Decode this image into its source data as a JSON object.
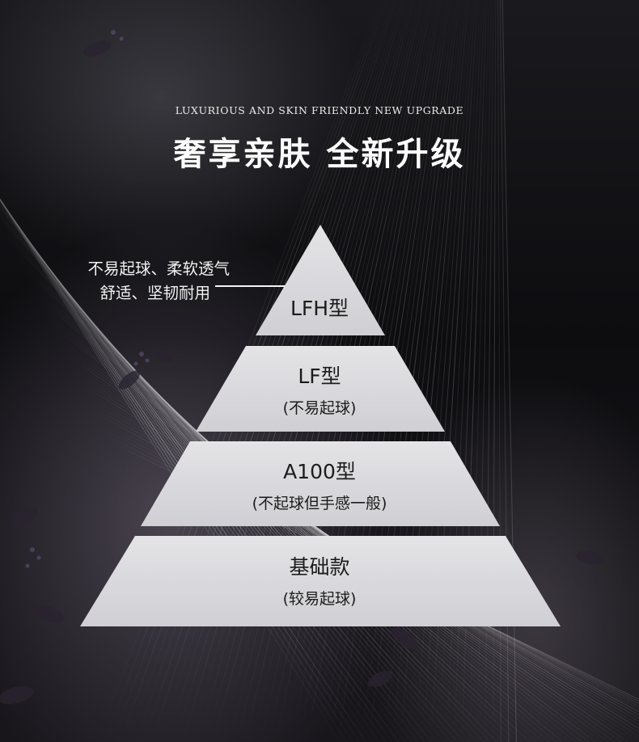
{
  "header": {
    "subtitle_en": "LUXURIOUS AND SKIN FRIENDLY NEW UPGRADE",
    "title_cn": "奢享亲肤 全新升级"
  },
  "annotation": {
    "line1": "不易起球、柔软透气",
    "line2": "舒适、坚韧耐用"
  },
  "pyramid": {
    "tiers": [
      {
        "name": "LFH型",
        "note": ""
      },
      {
        "name": "LF型",
        "note": "(不易起球)"
      },
      {
        "name": "A100型",
        "note": "(不起球但手感一般)"
      },
      {
        "name": "基础款",
        "note": "(较易起球)"
      }
    ]
  },
  "colors": {
    "tier_fill": "#d9d9dd",
    "tier_text": "#1c1c1c",
    "background": "#0b0b0d",
    "headline_text": "#ffffff"
  }
}
